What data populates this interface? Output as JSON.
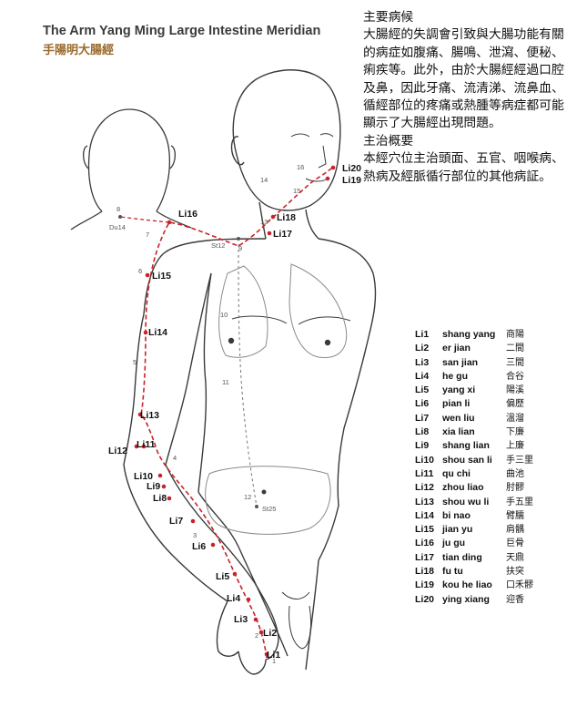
{
  "header": {
    "title": "The Arm Yang Ming Large Intestine Meridian",
    "subtitle": "手陽明大腸經"
  },
  "info": {
    "heading1": "主要病候",
    "text1": "大腸經的失調會引致與大腸功能有關的病症如腹痛、腸鳴、泄瀉、便秘、痢疾等。此外，由於大腸經經過口腔及鼻，因此牙痛、流清涕、流鼻血、循經部位的疼痛或熱腫等病症都可能顯示了大腸經出現問題。",
    "heading2": "主治概要",
    "text2": "本經穴位主治頭面、五官、咽喉病、熱病及經脈循行部位的其他病証。"
  },
  "diagram": {
    "point_labels": {
      "li1": "Li1",
      "li2": "Li2",
      "li3": "Li3",
      "li4": "Li4",
      "li5": "Li5",
      "li6": "Li6",
      "li7": "Li7",
      "li8": "Li8",
      "li9": "Li9",
      "li10": "Li10",
      "li11": "Li11",
      "li12": "Li12",
      "li13": "Li13",
      "li14": "Li14",
      "li15": "Li15",
      "li16": "Li16",
      "li17": "Li17",
      "li18": "Li18",
      "li19": "Li19",
      "li20": "Li20",
      "du14": "Du14",
      "st12": "St12",
      "st25": "St25"
    },
    "minor_numbers": [
      "1",
      "2",
      "3",
      "4",
      "5",
      "6",
      "7",
      "8",
      "9",
      "10",
      "11",
      "12",
      "13",
      "14",
      "15",
      "16"
    ]
  },
  "legend": [
    {
      "code": "Li1",
      "pinyin": "shang yang",
      "hanzi": "商陽"
    },
    {
      "code": "Li2",
      "pinyin": "er jian",
      "hanzi": "二間"
    },
    {
      "code": "Li3",
      "pinyin": "san jian",
      "hanzi": "三間"
    },
    {
      "code": "Li4",
      "pinyin": "he gu",
      "hanzi": "合谷"
    },
    {
      "code": "Li5",
      "pinyin": "yang xi",
      "hanzi": "陽溪"
    },
    {
      "code": "Li6",
      "pinyin": "pian li",
      "hanzi": "偏歷"
    },
    {
      "code": "Li7",
      "pinyin": "wen liu",
      "hanzi": "溫溜"
    },
    {
      "code": "Li8",
      "pinyin": "xia lian",
      "hanzi": "下廉"
    },
    {
      "code": "Li9",
      "pinyin": "shang lian",
      "hanzi": "上廉"
    },
    {
      "code": "Li10",
      "pinyin": "shou san li",
      "hanzi": "手三里"
    },
    {
      "code": "Li11",
      "pinyin": "qu chi",
      "hanzi": "曲池"
    },
    {
      "code": "Li12",
      "pinyin": "zhou liao",
      "hanzi": "肘髎"
    },
    {
      "code": "Li13",
      "pinyin": "shou wu li",
      "hanzi": "手五里"
    },
    {
      "code": "Li14",
      "pinyin": "bi nao",
      "hanzi": "臂臑"
    },
    {
      "code": "Li15",
      "pinyin": "jian yu",
      "hanzi": "肩髃"
    },
    {
      "code": "Li16",
      "pinyin": "ju gu",
      "hanzi": "巨骨"
    },
    {
      "code": "Li17",
      "pinyin": "tian ding",
      "hanzi": "天鼎"
    },
    {
      "code": "Li18",
      "pinyin": "fu tu",
      "hanzi": "扶突"
    },
    {
      "code": "Li19",
      "pinyin": "kou he liao",
      "hanzi": "口禾髎"
    },
    {
      "code": "Li20",
      "pinyin": "ying xiang",
      "hanzi": "迎香"
    }
  ],
  "colors": {
    "meridian": "#c8232a",
    "outline": "#3a3a3a",
    "title": "#3b3b3b",
    "subtitle": "#9a6a2c"
  }
}
